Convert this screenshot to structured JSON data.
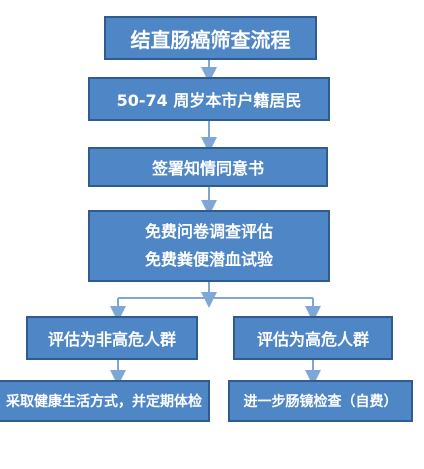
{
  "title": "结直肠癌筛查流程",
  "steps": {
    "age": "50-74 周岁本市户籍居民",
    "consent": "签署知情同意书",
    "tests_line1": "免费问卷调查评估",
    "tests_line2": "免费粪便潜血试验"
  },
  "branches": {
    "low_risk": "评估为非高危人群",
    "low_risk_action": "采取健康生活方式，并定期体检",
    "high_risk": "评估为高危人群",
    "high_risk_action": "进一步肠镜检查（自费）"
  },
  "colors": {
    "box_fill": "#4f86c6",
    "box_border": "#2f5b8f",
    "connector": "#7fa7d6",
    "text": "#ffffff"
  }
}
